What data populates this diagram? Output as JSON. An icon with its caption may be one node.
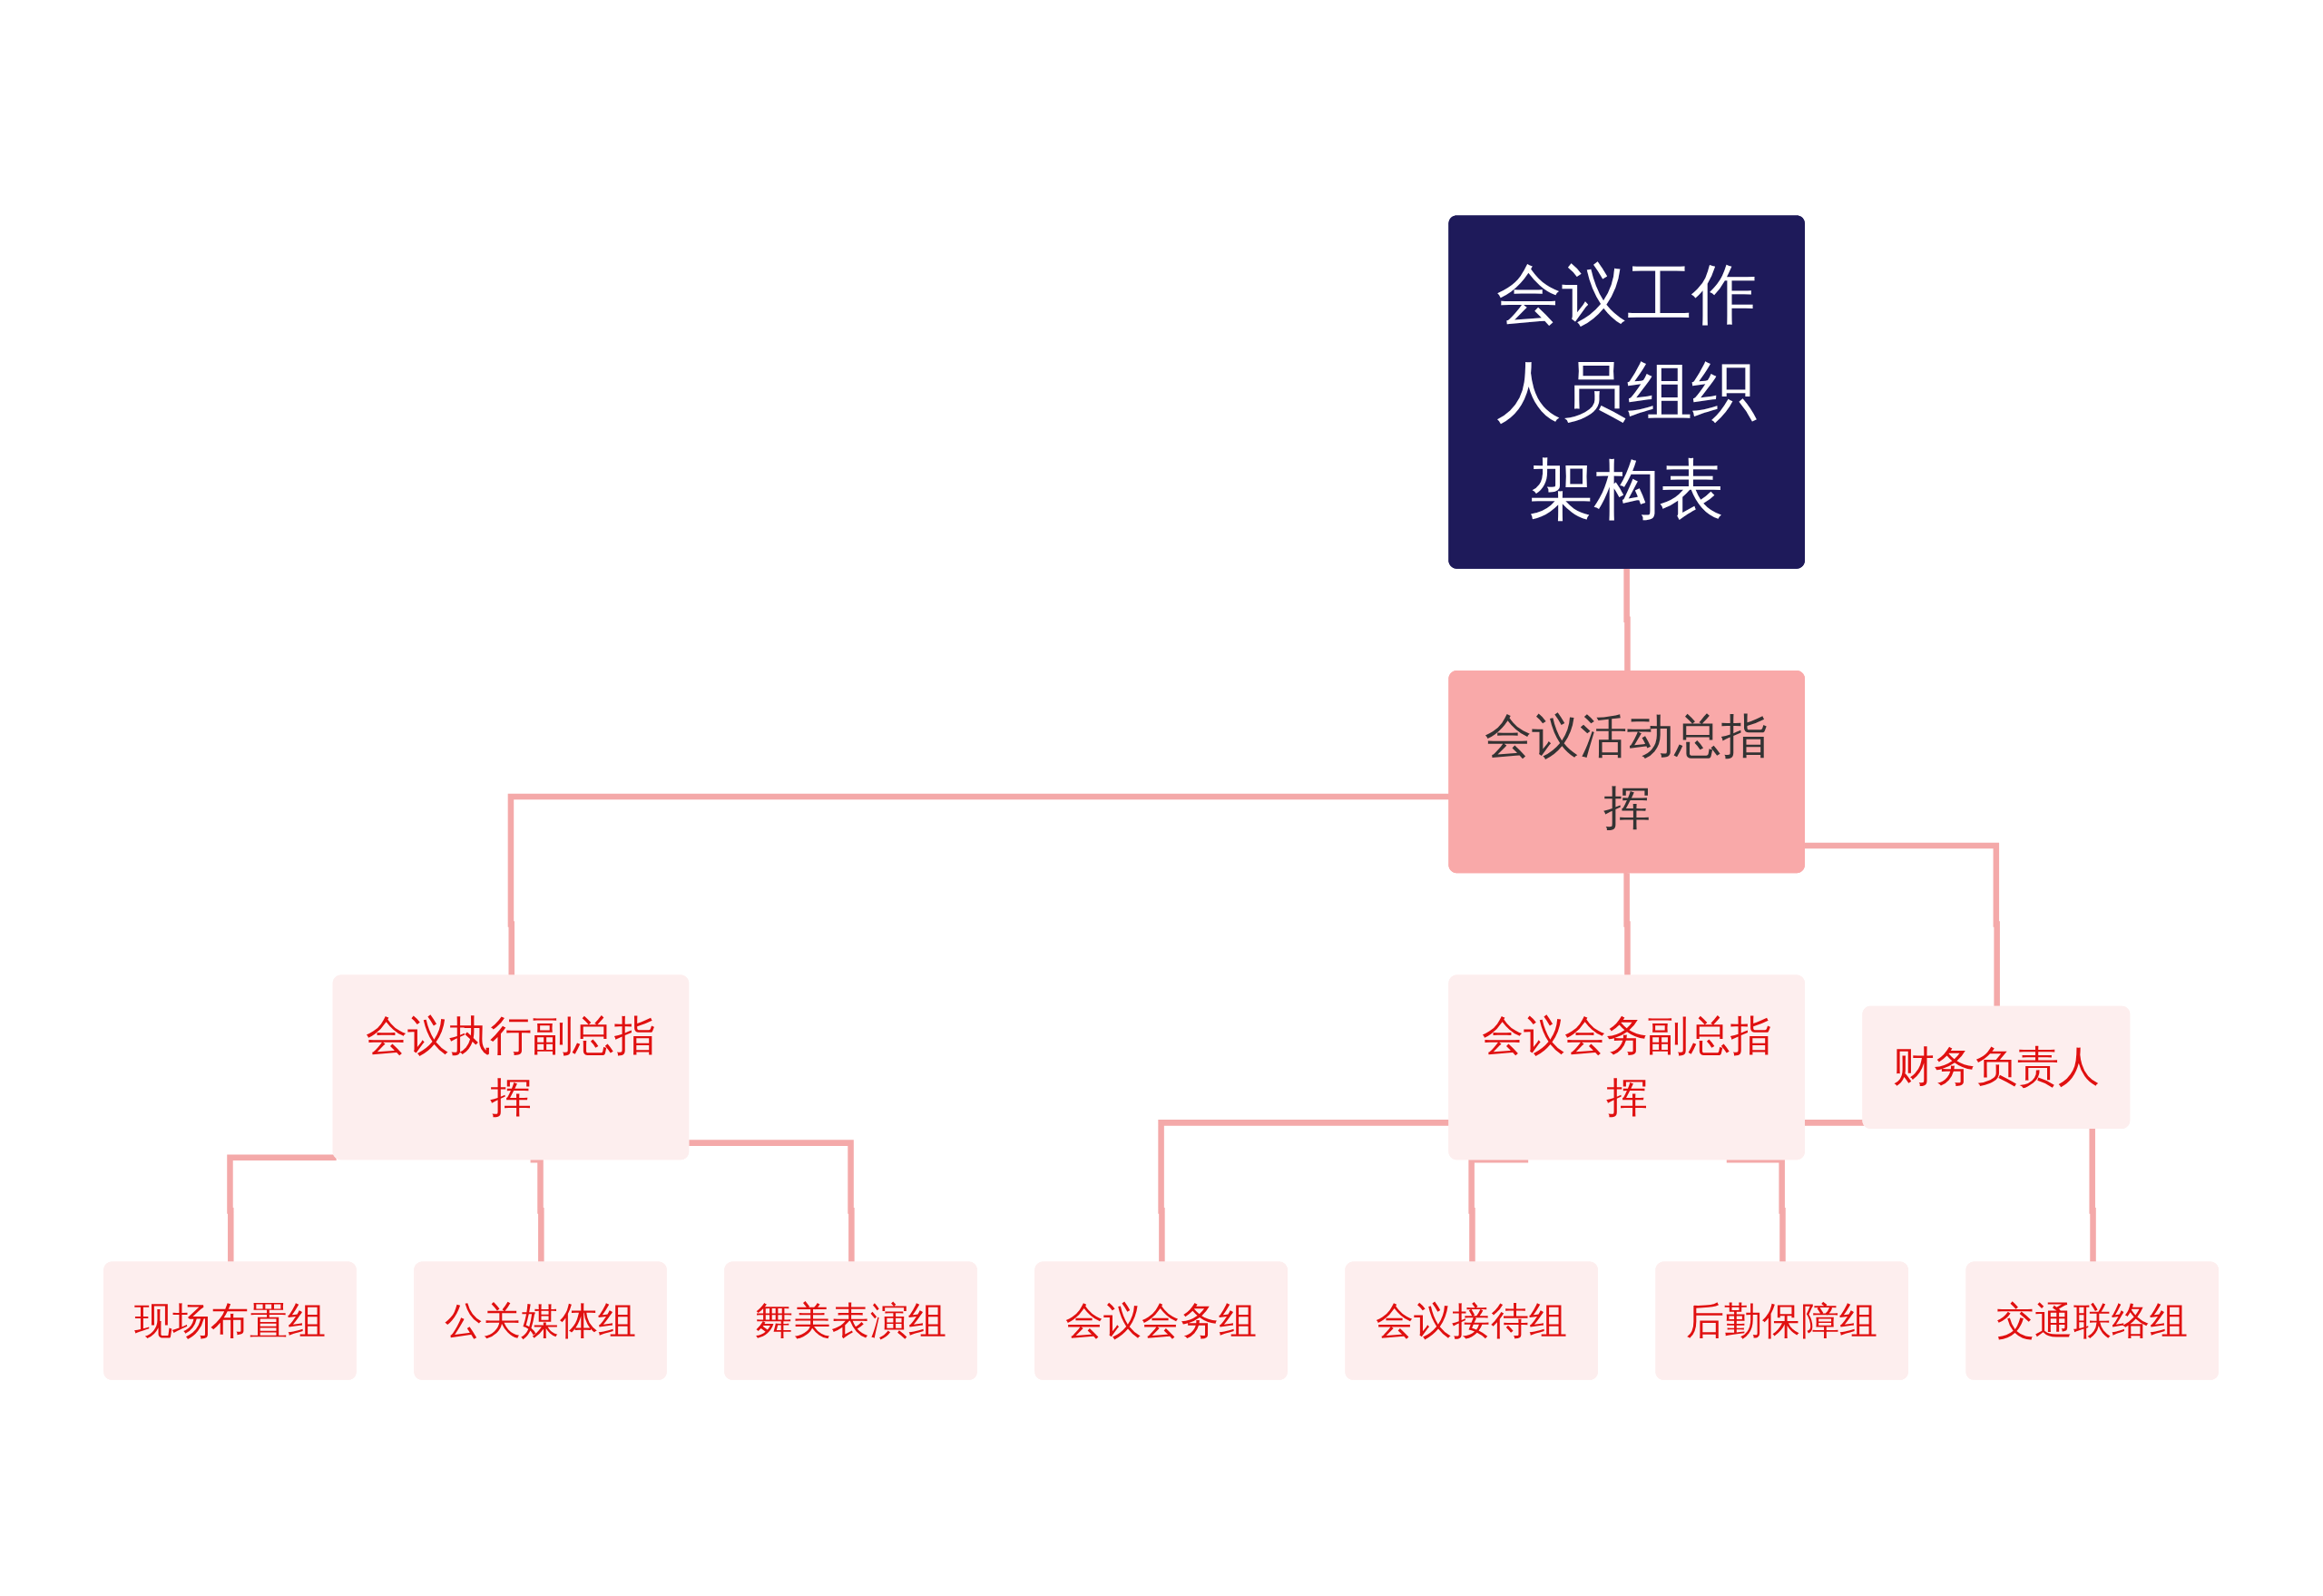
{
  "diagram": {
    "nodes": [
      {
        "text": [
          "会议工作人员组织架构表"
        ]
      },
      {
        "text": [
          "会议活动总指挥"
        ]
      },
      {
        "text": [
          "会议执行副总指挥"
        ]
      },
      {
        "text": [
          "会议会务副总指挥"
        ]
      },
      {
        "text": [
          "财务负责人"
        ]
      },
      {
        "text": [
          "现场布置组"
        ]
      },
      {
        "text": [
          "公关媒体组"
        ]
      },
      {
        "text": [
          "舞美表演组"
        ]
      },
      {
        "text": [
          "会议会务组"
        ]
      },
      {
        "text": [
          "会议接待组"
        ]
      },
      {
        "text": [
          "后勤保障组"
        ]
      },
      {
        "text": [
          "交通联络组"
        ]
      }
    ],
    "edges": [
      {
        "from": 0,
        "to": 1,
        "arrow": "none"
      },
      {
        "from": 1,
        "to": 2,
        "arrow": "none"
      },
      {
        "from": 1,
        "to": 3,
        "arrow": "none"
      },
      {
        "from": 1,
        "to": 4,
        "arrow": "none"
      },
      {
        "from": 2,
        "to": 5,
        "arrow": "none"
      },
      {
        "from": 2,
        "to": 6,
        "arrow": "none"
      },
      {
        "from": 2,
        "to": 7,
        "arrow": "none"
      },
      {
        "from": 3,
        "to": 8,
        "arrow": "none"
      },
      {
        "from": 3,
        "to": 9,
        "arrow": "none"
      },
      {
        "from": 3,
        "to": 10,
        "arrow": "none"
      },
      {
        "from": 3,
        "to": 11,
        "arrow": "none"
      }
    ]
  }
}
